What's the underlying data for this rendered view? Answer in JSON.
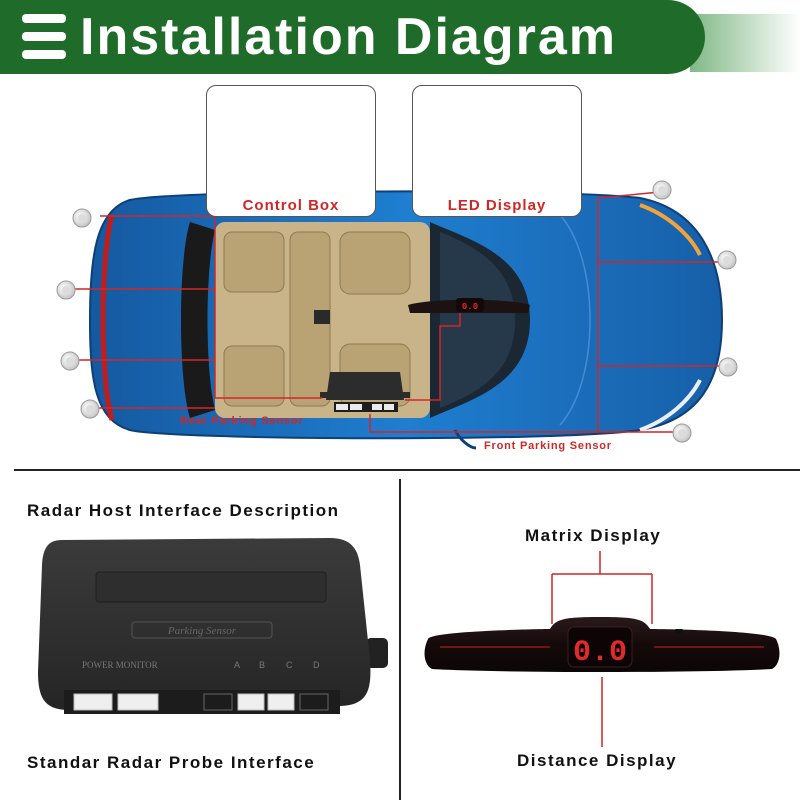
{
  "header": {
    "title": "Installation Diagram"
  },
  "callouts": {
    "control_box": "Control Box",
    "led_display": "LED Display"
  },
  "sensors": {
    "rear": "Rear Parking Sensor",
    "front": "Front Parking Sensor"
  },
  "host": {
    "title": "Radar Host Interface Description",
    "caption": "Standar Radar Probe Interface",
    "brand": "Parking Sensor",
    "power_label": "POWER MONITOR",
    "ports": [
      "A",
      "B",
      "C",
      "D"
    ]
  },
  "display": {
    "matrix_label": "Matrix Display",
    "distance_label": "Distance Display",
    "readout": "0.0"
  },
  "colors": {
    "banner": "#1f6b2a",
    "accent_red": "#d12626",
    "car_blue": "#1b6fc0"
  }
}
